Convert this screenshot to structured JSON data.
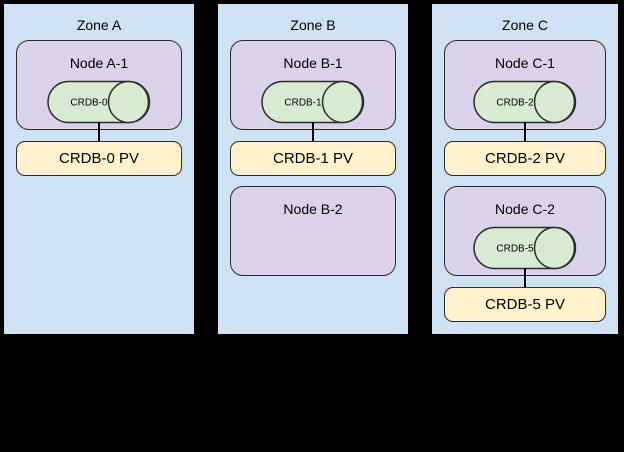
{
  "colors": {
    "background": "#000000",
    "zone_fill": "#cfe2f3",
    "node_fill": "#d9d2e9",
    "db_fill": "#d9ead3",
    "pv_fill": "#fff2cc",
    "zone_border": "#000000",
    "shape_border": "#2b2b2b",
    "connector": "#000000",
    "text": "#000000"
  },
  "zones": [
    {
      "label": "Zone A",
      "nodes": [
        {
          "label": "Node A-1",
          "db": "CRDB-0",
          "pv": "CRDB-0 PV"
        }
      ]
    },
    {
      "label": "Zone B",
      "nodes": [
        {
          "label": "Node B-1",
          "db": "CRDB-1",
          "pv": "CRDB-1 PV"
        },
        {
          "label": "Node B-2"
        }
      ]
    },
    {
      "label": "Zone C",
      "nodes": [
        {
          "label": "Node C-1",
          "db": "CRDB-2",
          "pv": "CRDB-2 PV"
        },
        {
          "label": "Node C-2",
          "db": "CRDB-5",
          "pv": "CRDB-5 PV"
        }
      ]
    }
  ]
}
